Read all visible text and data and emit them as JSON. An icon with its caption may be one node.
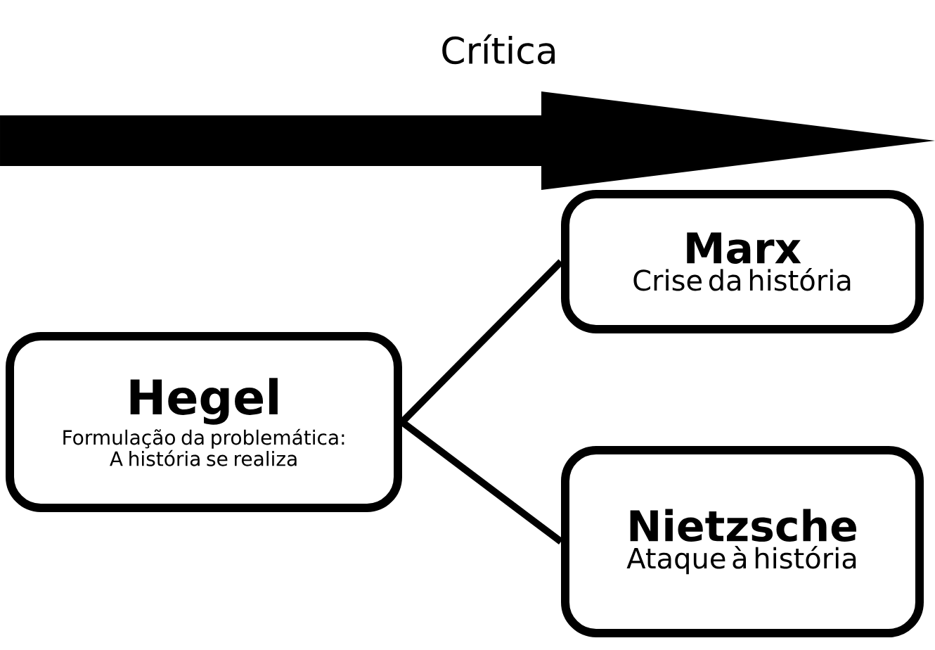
{
  "diagram": {
    "nodes": [
      {
        "text": [
          "Hegel",
          "Formulação da problemática: A história se realiza"
        ]
      },
      {
        "text": [
          "Marx",
          "Crise da história"
        ]
      },
      {
        "text": [
          "Nietzsche",
          "Ataque à história"
        ]
      }
    ],
    "edges": [
      {
        "from": 0,
        "to": 1,
        "arrow": "none"
      },
      {
        "from": 0,
        "to": 2,
        "arrow": "none"
      }
    ],
    "labels": [
      "Crítica"
    ]
  }
}
